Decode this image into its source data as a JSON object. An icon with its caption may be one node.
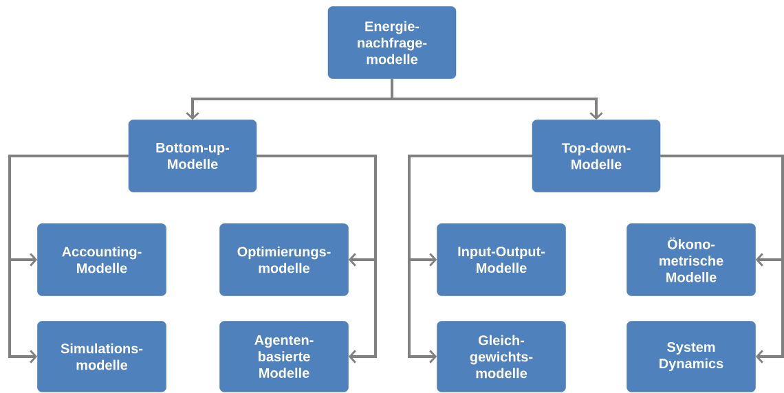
{
  "diagram": {
    "nodes": [
      {
        "text": [
          "Energie- nachfrage- modelle"
        ]
      },
      {
        "text": [
          "Bottom-up- Modelle"
        ]
      },
      {
        "text": [
          "Top-down- Modelle"
        ]
      },
      {
        "text": [
          "Accounting- Modelle"
        ]
      },
      {
        "text": [
          "Optimierungs- modelle"
        ]
      },
      {
        "text": [
          "Simulations- modelle"
        ]
      },
      {
        "text": [
          "Agenten- basierte Modelle"
        ]
      },
      {
        "text": [
          "Input-Output- Modelle"
        ]
      },
      {
        "text": [
          "Ökono- metrische Modelle"
        ]
      },
      {
        "text": [
          "Gleich- gewichts- modelle"
        ]
      },
      {
        "text": [
          "System Dynamics"
        ]
      }
    ],
    "edges": [
      {
        "from": 0,
        "to": 1,
        "arrow": "to"
      },
      {
        "from": 0,
        "to": 2,
        "arrow": "to"
      },
      {
        "from": 1,
        "to": 3,
        "arrow": "to"
      },
      {
        "from": 1,
        "to": 5,
        "arrow": "to"
      },
      {
        "from": 1,
        "to": 4,
        "arrow": "to"
      },
      {
        "from": 1,
        "to": 6,
        "arrow": "to"
      },
      {
        "from": 2,
        "to": 7,
        "arrow": "to"
      },
      {
        "from": 2,
        "to": 9,
        "arrow": "to"
      },
      {
        "from": 2,
        "to": 8,
        "arrow": "to"
      },
      {
        "from": 2,
        "to": 10,
        "arrow": "to"
      }
    ]
  }
}
